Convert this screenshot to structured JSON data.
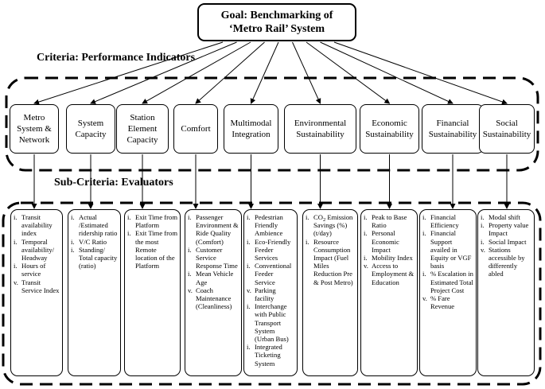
{
  "goal": {
    "line1": "Goal: Benchmarking of",
    "line2": "‘Metro Rail’ System"
  },
  "criteria_title": "Criteria: Performance Indicators",
  "subcriteria_title": "Sub-Criteria: Evaluators",
  "criteria": [
    {
      "lines": [
        "Metro",
        "System &",
        "Network"
      ]
    },
    {
      "lines": [
        "System",
        "Capacity"
      ]
    },
    {
      "lines": [
        "Station",
        "Element",
        "Capacity"
      ]
    },
    {
      "lines": [
        "Comfort"
      ]
    },
    {
      "lines": [
        "Multimodal",
        "Integration"
      ]
    },
    {
      "lines": [
        "Environmental",
        "Sustainability"
      ]
    },
    {
      "lines": [
        "Economic",
        "Sustainability"
      ]
    },
    {
      "lines": [
        "Financial",
        "Sustainability"
      ]
    },
    {
      "lines": [
        "Social",
        "Sustainability"
      ]
    }
  ],
  "subcriteria": [
    {
      "items": [
        {
          "marker": "i.",
          "text": "Transit availability index"
        },
        {
          "marker": "i.",
          "text": "Temporal availability/ Headway"
        },
        {
          "marker": "i.",
          "text": "Hours of service"
        },
        {
          "marker": "v.",
          "text": "Transit Service Index"
        }
      ]
    },
    {
      "items": [
        {
          "marker": "i.",
          "text": "Actual /Estimated ridership ratio"
        },
        {
          "marker": "i.",
          "text": "V/C Ratio"
        },
        {
          "marker": "i.",
          "text": "Standing/ Total capacity (ratio)"
        }
      ]
    },
    {
      "items": [
        {
          "marker": "i.",
          "text": "Exit Time from Platform"
        },
        {
          "marker": "i.",
          "text": "Exit Time from the most Remote location of the Platform"
        }
      ]
    },
    {
      "items": [
        {
          "marker": "i.",
          "text": "Passenger Environment & Ride Quality (Comfort)"
        },
        {
          "marker": "i.",
          "text": "Customer Service Response Time"
        },
        {
          "marker": "i.",
          "text": "Mean Vehicle Age"
        },
        {
          "marker": "v.",
          "text": "Coach Maintenance (Cleanliness)"
        }
      ]
    },
    {
      "items": [
        {
          "marker": "i.",
          "text": "Pedestrian Friendly Ambience"
        },
        {
          "marker": "i.",
          "text": "Eco-Friendly Feeder Services"
        },
        {
          "marker": "i.",
          "text": "Conventional Feeder Service"
        },
        {
          "marker": "v.",
          "text": "Parking facility"
        },
        {
          "marker": "i.",
          "text": "Interchange with Public Transport System (Urban Bus)"
        },
        {
          "marker": "i.",
          "text": "Integrated Ticketing System"
        }
      ]
    },
    {
      "items": [
        {
          "marker": "i.",
          "text_before": "CO",
          "text_sub": "2",
          "text_after": " Emission Savings (%) (t/day)"
        },
        {
          "marker": "i.",
          "text": "Resource Consumption Impact (Fuel Miles Reduction Pre & Post Metro)"
        }
      ]
    },
    {
      "items": [
        {
          "marker": "i.",
          "text": "Peak to Base Ratio"
        },
        {
          "marker": "i.",
          "text": "Personal Economic Impact"
        },
        {
          "marker": "i.",
          "text": "Mobility Index"
        },
        {
          "marker": "v.",
          "text": "Access to Employment & Education"
        }
      ]
    },
    {
      "items": [
        {
          "marker": "i.",
          "text": "Financial Efficiency"
        },
        {
          "marker": "i.",
          "text": "Financial Support availed in Equity or VGF basis"
        },
        {
          "marker": "i.",
          "text": "% Escalation in Estimated Total Project Cost"
        },
        {
          "marker": "v.",
          "text": "% Fare Revenue"
        }
      ]
    },
    {
      "items": [
        {
          "marker": "i.",
          "text": "Modal shift"
        },
        {
          "marker": "i.",
          "text": "Property value Impact"
        },
        {
          "marker": "i.",
          "text": "Social Impact"
        },
        {
          "marker": "v.",
          "text": "Stations accessible by differently abled"
        }
      ]
    }
  ]
}
